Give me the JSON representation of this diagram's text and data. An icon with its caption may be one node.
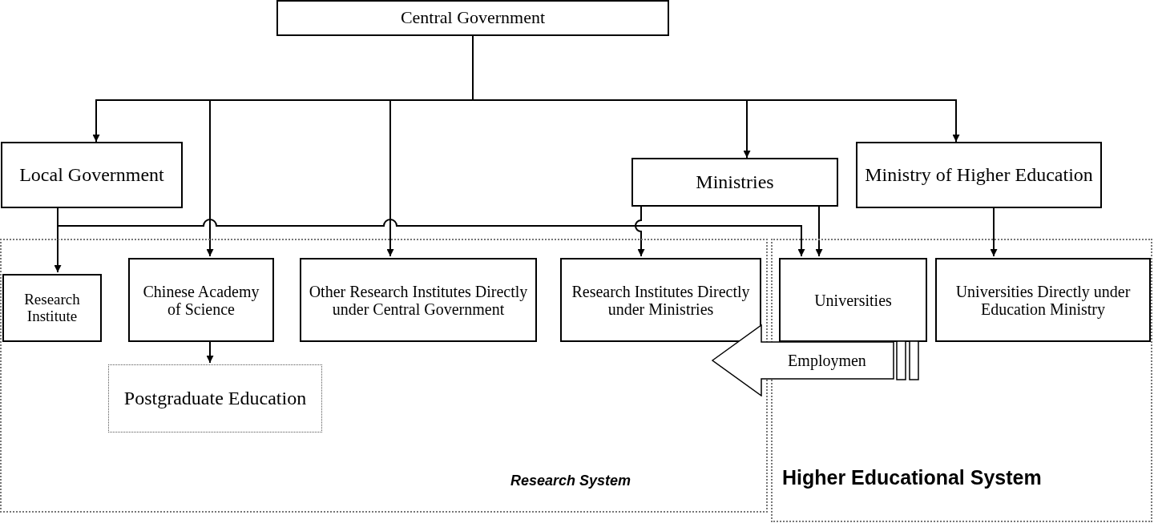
{
  "diagram": {
    "nodes": [
      {
        "text": [
          "Central Government"
        ]
      },
      {
        "text": [
          "Local Government"
        ]
      },
      {
        "text": [
          "Ministries"
        ]
      },
      {
        "text": [
          "Ministry of Higher Education"
        ]
      },
      {
        "text": [
          "Research System"
        ]
      },
      {
        "text": [
          "Higher Educational System"
        ]
      },
      {
        "text": [
          "Research Institute"
        ],
        "in": 4
      },
      {
        "text": [
          "Chinese Academy of Science"
        ],
        "in": 4
      },
      {
        "text": [
          "Other Research Institutes Directly under Central Government"
        ],
        "in": 4
      },
      {
        "text": [
          "Research Institutes Directly under Ministries"
        ],
        "in": 4
      },
      {
        "text": [
          "Universities"
        ],
        "in": 5
      },
      {
        "text": [
          "Universities Directly under Education Ministry"
        ],
        "in": 5
      },
      {
        "text": [
          "Postgraduate Education"
        ],
        "in": 4
      },
      {
        "text": [
          "Employmen"
        ]
      }
    ],
    "edges": [
      {
        "from": 0,
        "to": 1,
        "arrow": "to"
      },
      {
        "from": 0,
        "to": 7,
        "arrow": "to"
      },
      {
        "from": 0,
        "to": 8,
        "arrow": "to"
      },
      {
        "from": 0,
        "to": 2,
        "arrow": "to"
      },
      {
        "from": 0,
        "to": 3,
        "arrow": "to"
      },
      {
        "from": 1,
        "to": 6,
        "arrow": "to"
      },
      {
        "from": 1,
        "to": 10,
        "arrow": "to"
      },
      {
        "from": 2,
        "to": 9,
        "arrow": "to"
      },
      {
        "from": 2,
        "to": 10,
        "arrow": "to"
      },
      {
        "from": 3,
        "to": 11,
        "arrow": "to"
      },
      {
        "from": 7,
        "to": 12,
        "arrow": "to"
      }
    ]
  }
}
